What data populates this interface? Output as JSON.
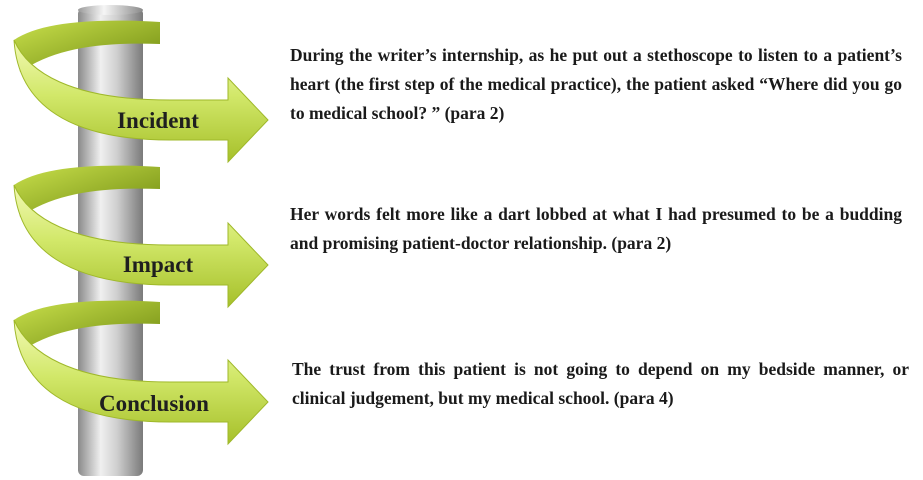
{
  "stages": [
    {
      "label": "Incident",
      "description": "During the writer’s internship, as he put out a stethoscope to listen to a patient’s heart (the first step of the medical practice), the patient asked “Where did you go to medical school? ” (para 2)"
    },
    {
      "label": "Impact",
      "description": "Her words felt more like a dart lobbed at what I had presumed to be a budding and promising patient-doctor relationship. (para 2)"
    },
    {
      "label": "Conclusion",
      "description": "The trust from this patient is not going to depend on my bedside manner, or clinical judgement, but my medical school. (para 4)"
    }
  ],
  "colors": {
    "arrow_light": "#eef7a6",
    "arrow_mid": "#bcd640",
    "arrow_dark": "#7e9a12",
    "pole_light": "#f2f2f2",
    "pole_dark": "#8c8c8c",
    "text": "#1a1a1a"
  }
}
